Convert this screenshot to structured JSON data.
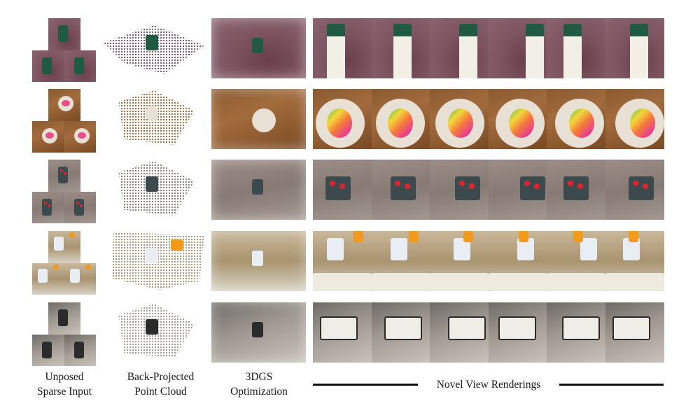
{
  "figure": {
    "columns": [
      {
        "key": "input",
        "label_line1": "Unposed",
        "label_line2": "Sparse Input"
      },
      {
        "key": "pointcloud",
        "label_line1": "Back-Projected",
        "label_line2": "Point Cloud"
      },
      {
        "key": "optim",
        "label_line1": "3DGS",
        "label_line2": "Optimization"
      },
      {
        "key": "novel",
        "label": "Novel View Renderings"
      }
    ],
    "rows": [
      {
        "scene": "book",
        "colors": {
          "bg": "#7d5360",
          "object": "#1f5a43",
          "accent": "#f2efe6"
        }
      },
      {
        "scene": "ball",
        "colors": {
          "bg": "#a26b3c",
          "object": "#e84d8a",
          "accent": "#e8e0d4"
        }
      },
      {
        "scene": "remote",
        "colors": {
          "bg": "#877a74",
          "object": "#3d4a4d",
          "accent": "#e0242f"
        }
      },
      {
        "scene": "room",
        "colors": {
          "bg": "#a99470",
          "object": "#e9eef5",
          "accent": "#f39a1c"
        }
      },
      {
        "scene": "table",
        "colors": {
          "bg": "#9f9992",
          "object": "#2b2b2b",
          "accent": "#f0ede6"
        }
      }
    ],
    "novel_views_per_row": 6
  }
}
